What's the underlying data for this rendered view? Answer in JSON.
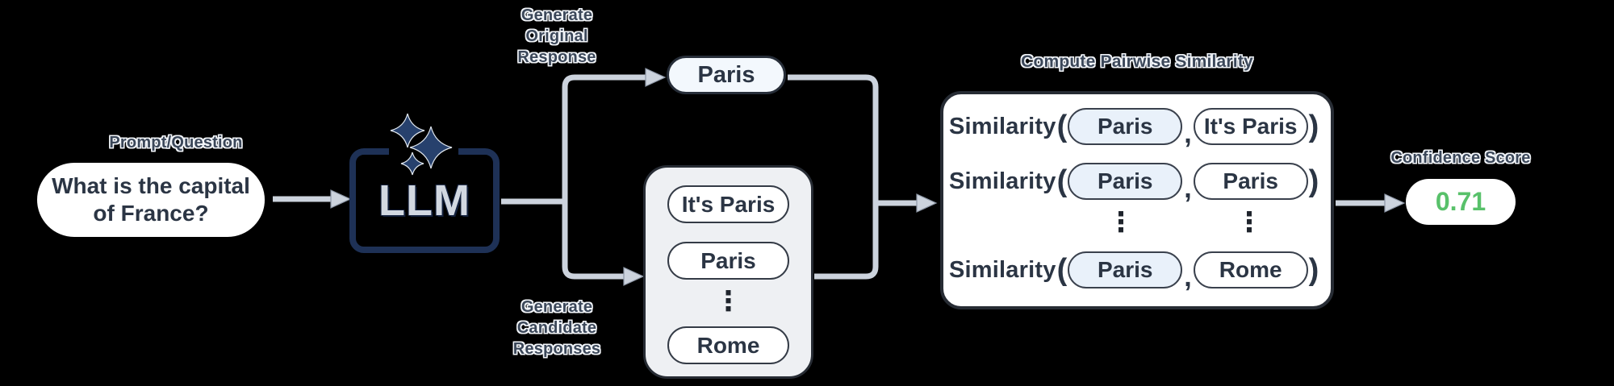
{
  "prompt": {
    "label": "Prompt/Question",
    "text": "What is the capital of France?"
  },
  "llm": {
    "label": "LLM",
    "icon": "sparkles-icon"
  },
  "flow_labels": {
    "generate_original": [
      "Generate",
      "Original",
      "Response"
    ],
    "generate_candidate": [
      "Generate",
      "Candidate",
      "Responses"
    ]
  },
  "original_response": {
    "text": "Paris"
  },
  "candidate_box": {
    "items": [
      "It's Paris",
      "Paris",
      "Rome"
    ],
    "ellipsis": "⋮"
  },
  "similarity_box": {
    "title": "Compute Pairwise Similarity",
    "func": "Similarity",
    "open_paren": "(",
    "comma": ",",
    "close_paren": ")",
    "ellipsis": "⋮",
    "rows": [
      {
        "a": "Paris",
        "b": "It's Paris"
      },
      {
        "a": "Paris",
        "b": "Paris"
      },
      {
        "a": "Paris",
        "b": "Rome"
      }
    ]
  },
  "confidence": {
    "label": "Confidence Score",
    "value": "0.71",
    "value_color": "#58c16a"
  },
  "colors": {
    "background": "#000000",
    "connector": "#ccd3dd",
    "navy_border": "#1e3156",
    "sparkle": "#27416d",
    "dark_text": "#2b3544",
    "label_text": "#3b4759",
    "candidate_box_bg": "#eef0f3",
    "pill_blue_bg": "#e9f1fa",
    "confidence_green": "#58c16a"
  }
}
